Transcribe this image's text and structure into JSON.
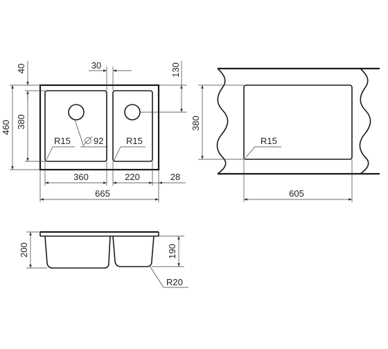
{
  "top_view": {
    "height_overall": "460",
    "height_bowl": "380",
    "offset_top": "40",
    "divider_width": "30",
    "offset_right": "130",
    "bowl_left_width": "360",
    "bowl_right_width": "220",
    "margin_right": "28",
    "width_overall": "665",
    "radius_left": "R15",
    "drain_diameter": "92",
    "radius_right": "R15"
  },
  "cutout_view": {
    "height": "380",
    "radius": "R15",
    "width": "605"
  },
  "section_view": {
    "depth_left": "200",
    "depth_right": "190",
    "radius_bottom": "R20"
  }
}
